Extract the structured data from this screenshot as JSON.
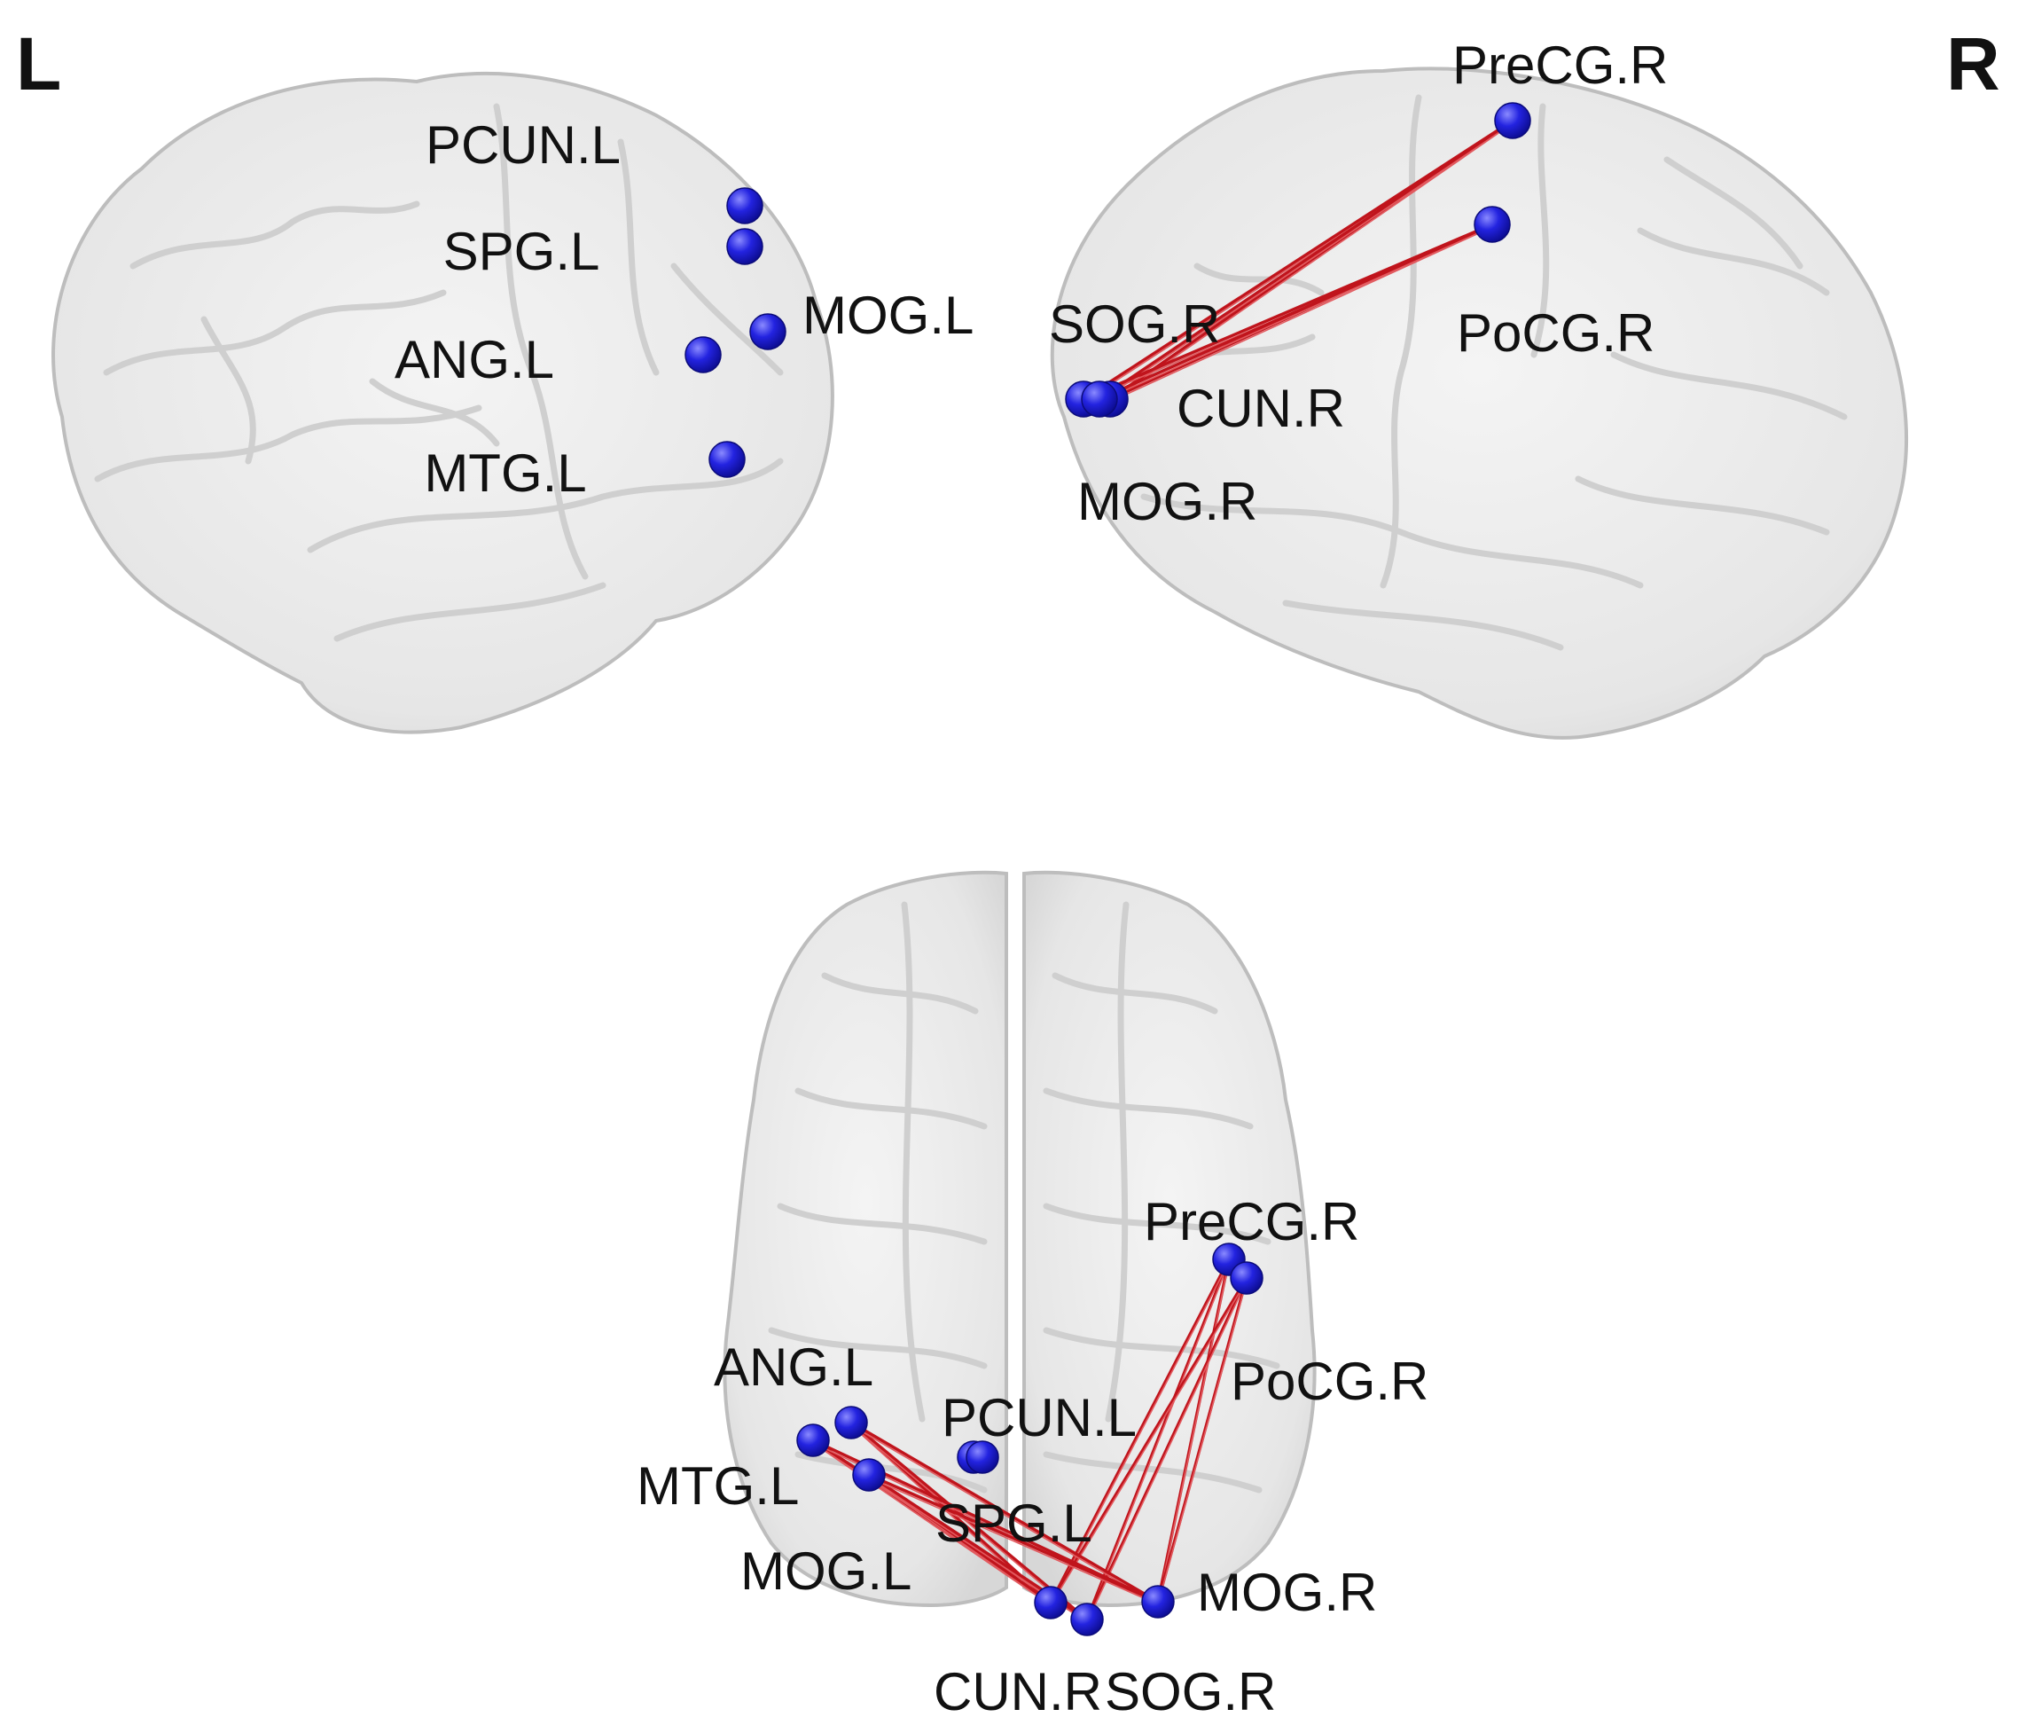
{
  "hemisphere_labels": {
    "left": "L",
    "right": "R"
  },
  "colors": {
    "node": "#1a1ad8",
    "node_highlight": "#7b7bff",
    "edge": "#c0141c",
    "brain_fill": "#e9e9e9",
    "brain_stroke": "#c4c4c4",
    "text": "#111111"
  },
  "views": {
    "left_lateral": {
      "nodes": [
        {
          "id": "PCUN.L",
          "label": "PCUN.L"
        },
        {
          "id": "SPG.L",
          "label": "SPG.L"
        },
        {
          "id": "MOG.L",
          "label": "MOG.L"
        },
        {
          "id": "ANG.L",
          "label": "ANG.L"
        },
        {
          "id": "MTG.L",
          "label": "MTG.L"
        }
      ]
    },
    "right_lateral": {
      "nodes": [
        {
          "id": "PreCG.R",
          "label": "PreCG.R"
        },
        {
          "id": "PoCG.R",
          "label": "PoCG.R"
        },
        {
          "id": "SOG.R",
          "label": "SOG.R"
        },
        {
          "id": "CUN.R",
          "label": "CUN.R"
        },
        {
          "id": "MOG.R",
          "label": "MOG.R"
        }
      ]
    },
    "axial": {
      "nodes": [
        {
          "id": "PreCG.R",
          "label": "PreCG.R"
        },
        {
          "id": "PoCG.R",
          "label": "PoCG.R"
        },
        {
          "id": "ANG.L",
          "label": "ANG.L"
        },
        {
          "id": "PCUN.L",
          "label": "PCUN.L"
        },
        {
          "id": "MTG.L",
          "label": "MTG.L"
        },
        {
          "id": "SPG.L",
          "label": "SPG.L"
        },
        {
          "id": "MOG.L",
          "label": "MOG.L"
        },
        {
          "id": "MOG.R",
          "label": "MOG.R"
        },
        {
          "id": "CUN.R",
          "label": "CUN.R"
        },
        {
          "id": "SOG.R",
          "label": "SOG.R"
        }
      ]
    }
  },
  "connections": [
    [
      "PreCG.R",
      "SOG.R"
    ],
    [
      "PreCG.R",
      "CUN.R"
    ],
    [
      "PreCG.R",
      "MOG.R"
    ],
    [
      "PoCG.R",
      "SOG.R"
    ],
    [
      "PoCG.R",
      "CUN.R"
    ],
    [
      "PoCG.R",
      "MOG.R"
    ],
    [
      "ANG.L",
      "CUN.R"
    ],
    [
      "ANG.L",
      "SOG.R"
    ],
    [
      "ANG.L",
      "MOG.R"
    ],
    [
      "MTG.L",
      "CUN.R"
    ],
    [
      "MTG.L",
      "SOG.R"
    ],
    [
      "MTG.L",
      "MOG.R"
    ],
    [
      "MOG.L",
      "CUN.R"
    ],
    [
      "MOG.L",
      "SOG.R"
    ],
    [
      "MOG.L",
      "MOG.R"
    ]
  ]
}
